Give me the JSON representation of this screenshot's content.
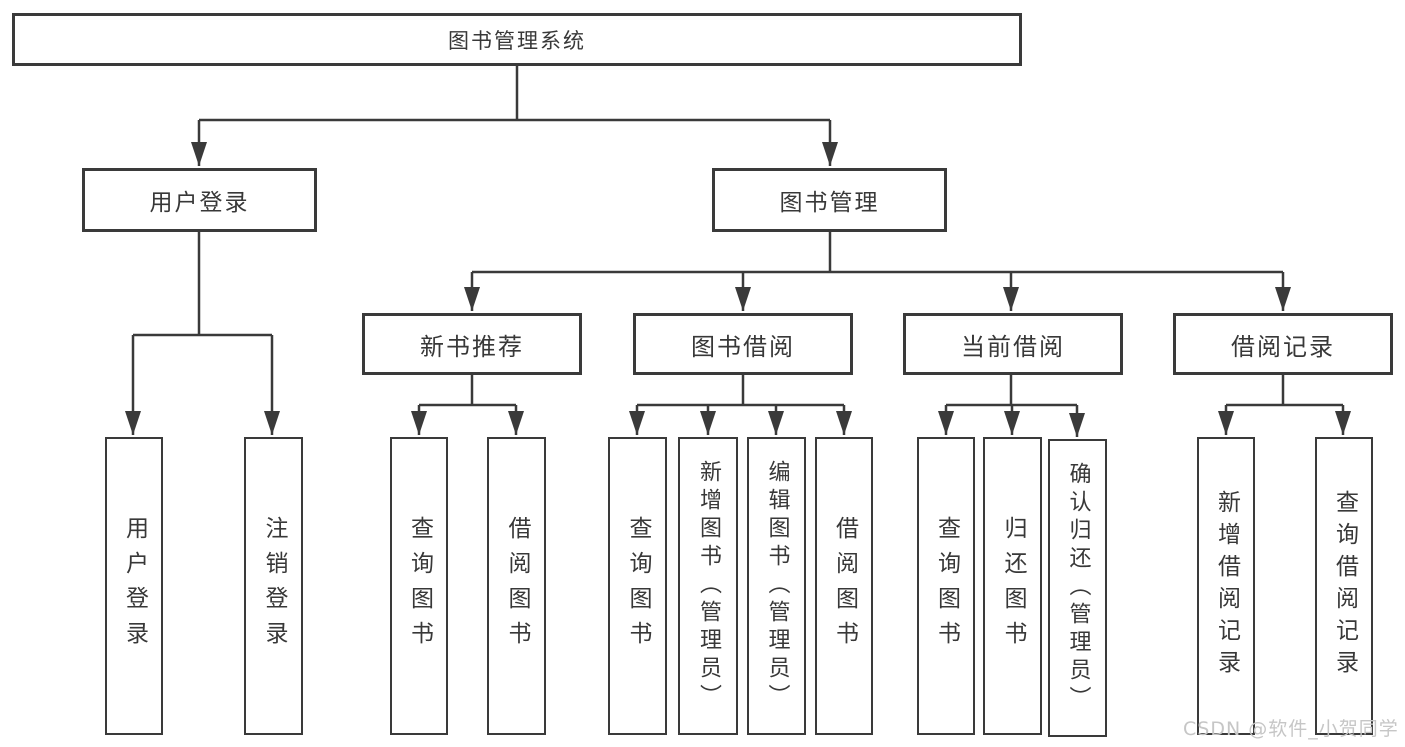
{
  "diagram_title": "图书管理系统",
  "tree": {
    "label": "图书管理系统",
    "children": [
      {
        "label": "用户登录",
        "children": [
          {
            "label": "用户登录"
          },
          {
            "label": "注销登录"
          }
        ]
      },
      {
        "label": "图书管理",
        "children": [
          {
            "label": "新书推荐",
            "children": [
              {
                "label": "查询图书"
              },
              {
                "label": "借阅图书"
              }
            ]
          },
          {
            "label": "图书借阅",
            "children": [
              {
                "label": "查询图书"
              },
              {
                "label": "新增图书（管理员）"
              },
              {
                "label": "编辑图书（管理员）"
              },
              {
                "label": "借阅图书"
              }
            ]
          },
          {
            "label": "当前借阅",
            "children": [
              {
                "label": "查询图书"
              },
              {
                "label": "归还图书"
              },
              {
                "label": "确认归还（管理员）"
              }
            ]
          },
          {
            "label": "借阅记录",
            "children": [
              {
                "label": "新增借阅记录"
              },
              {
                "label": "查询借阅记录"
              }
            ]
          }
        ]
      }
    ]
  },
  "watermark": {
    "text": "CSDN @软件_小贺同学",
    "color": "#c6c6c6"
  },
  "colors": {
    "line": "#3a3a3a",
    "box_border": "#3a3a3a",
    "box_background": "#ffffff",
    "text": "#383838",
    "page_background": "#ffffff"
  }
}
